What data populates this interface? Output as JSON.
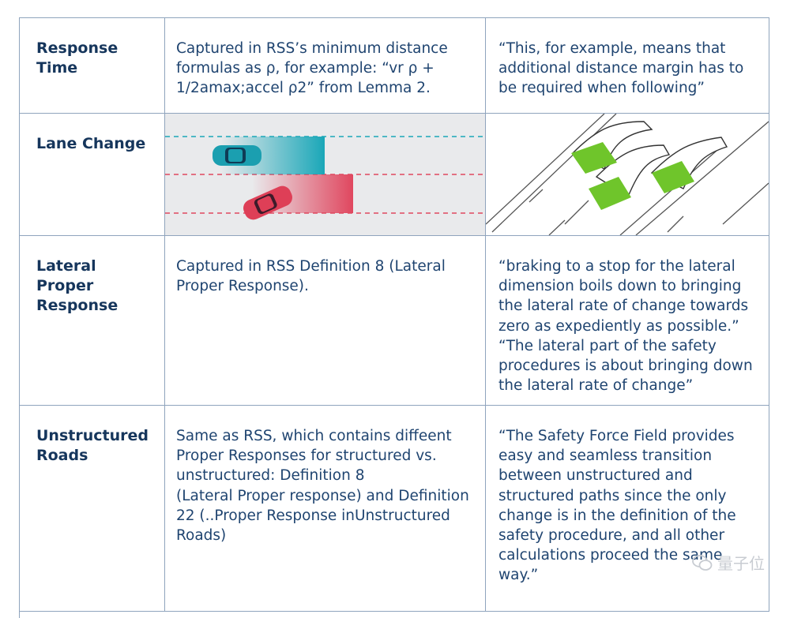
{
  "rows": [
    {
      "label": "Response\nTime",
      "rss": "Captured in RSS’s minimum distance formulas as ρ, for example: “vr ρ + 1/2amax;accel ρ2” from Lemma 2.",
      "sff": "“This, for example, means that additional distance margin has to be required when following”"
    },
    {
      "label": "Lane Change",
      "rss": "",
      "sff": ""
    },
    {
      "label": "Lateral Proper\nResponse",
      "rss": "Captured in RSS Definition 8 (Lateral Proper Response).",
      "sff": "“braking to a stop for the lateral dimension boils down to bringing the lateral rate of change towards zero as expediently as possible.”\n“The lateral part of the safety procedures is about bringing down the lateral rate of change”"
    },
    {
      "label": "Unstructured\nRoads",
      "rss": "Same as RSS, which contains diffeent Proper Responses for structured vs. unstructured: Definition 8\n(Lateral Proper response) and Definition 22 (..Proper Response inUnstructured Roads)",
      "sff": "“The Safety Force Field provides easy and seamless transition between unstructured and structured paths since the only change is in the definition of the safety procedure, and all other calculations proceed the same way.”"
    }
  ],
  "watermark": {
    "text": "量子位",
    "icon": "wechat-icon"
  },
  "colors": {
    "text": "#1f4470",
    "border": "#8fa4bd",
    "teal": "#1aa7b8",
    "red": "#e0475f",
    "green": "#6fc52b"
  }
}
